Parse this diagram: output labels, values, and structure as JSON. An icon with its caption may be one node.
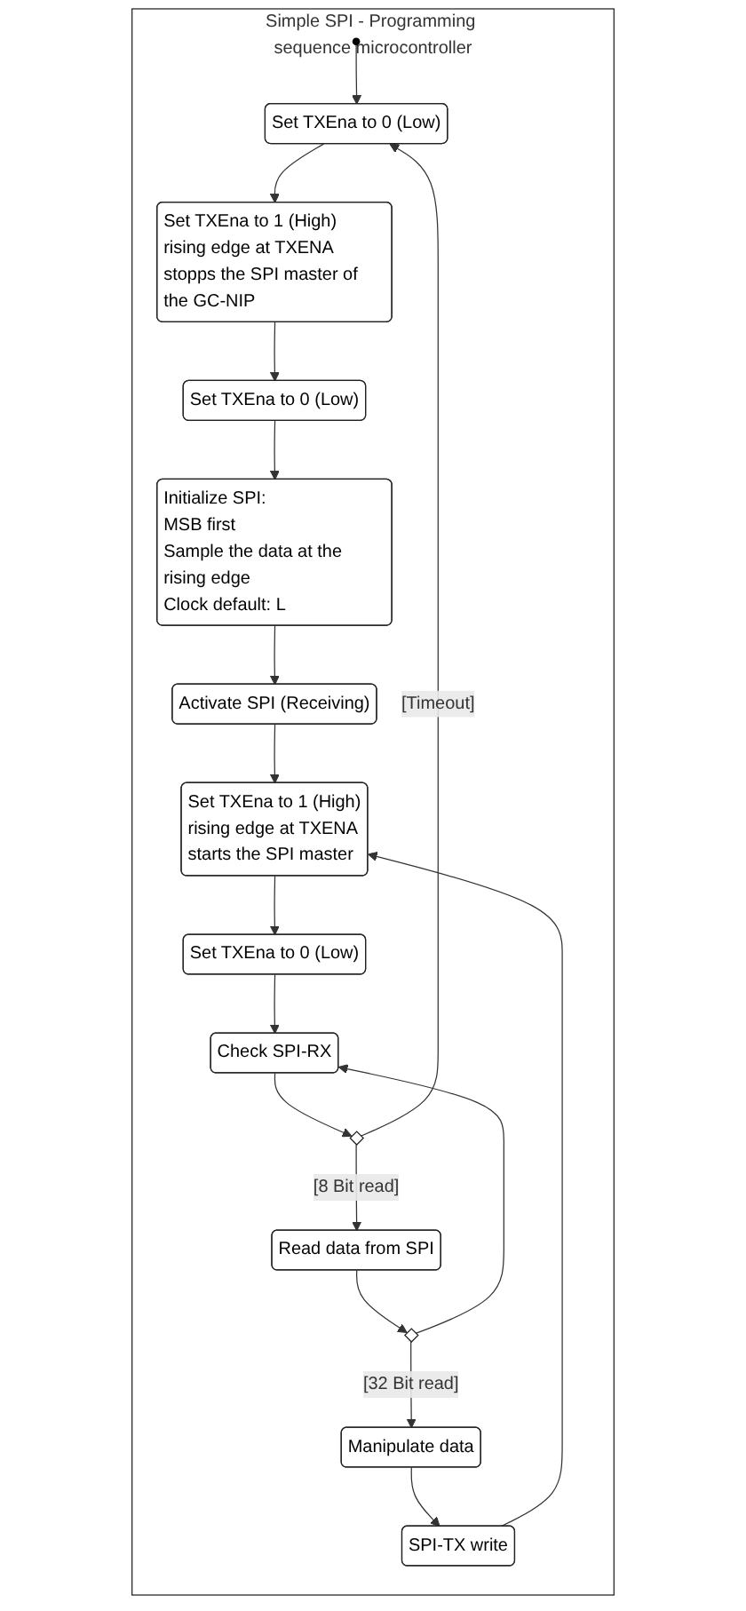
{
  "diagram": {
    "nodes": [
      {
        "text": [
          "Simple SPI - Programming sequence microcontroller"
        ]
      },
      {
        "text": [],
        "shape": "circle",
        "in": 0
      },
      {
        "text": [
          "Set TXEna to 0 (Low)"
        ],
        "in": 0
      },
      {
        "text": [
          "Set TXEna to 1 (High)",
          "rising edge at TXENA",
          "stopps the SPI master of the GC-NIP"
        ],
        "in": 0
      },
      {
        "text": [
          "Set TXEna to 0 (Low)"
        ],
        "in": 0
      },
      {
        "text": [
          "Initialize SPI:",
          "MSB first",
          "Sample the data at the rising edge",
          "Clock default: L"
        ],
        "in": 0
      },
      {
        "text": [
          "Activate SPI (Receiving)"
        ],
        "in": 0
      },
      {
        "text": [
          "Set TXEna to 1 (High)",
          "rising edge at TXENA",
          "starts the SPI master"
        ],
        "in": 0
      },
      {
        "text": [
          "Set TXEna to 0 (Low)"
        ],
        "in": 0
      },
      {
        "text": [
          "Check SPI-RX"
        ],
        "in": 0
      },
      {
        "text": [],
        "shape": "diamond",
        "in": 0
      },
      {
        "text": [
          "Read data from SPI"
        ],
        "in": 0
      },
      {
        "text": [],
        "shape": "diamond",
        "in": 0
      },
      {
        "text": [
          "Manipulate data"
        ],
        "in": 0
      },
      {
        "text": [
          "SPI-TX write"
        ],
        "in": 0
      }
    ],
    "edges": [
      {
        "from": 1,
        "to": 2,
        "arrow": "to"
      },
      {
        "from": 2,
        "to": 3,
        "arrow": "to"
      },
      {
        "from": 3,
        "to": 4,
        "arrow": "to"
      },
      {
        "from": 4,
        "to": 5,
        "arrow": "to"
      },
      {
        "from": 5,
        "to": 6,
        "arrow": "to"
      },
      {
        "from": 6,
        "to": 7,
        "arrow": "to"
      },
      {
        "from": 7,
        "to": 8,
        "arrow": "to"
      },
      {
        "from": 8,
        "to": 9,
        "arrow": "to"
      },
      {
        "from": 9,
        "to": 10,
        "arrow": "to"
      },
      {
        "from": 10,
        "to": 11,
        "label": "[8 Bit read]",
        "arrow": "to"
      },
      {
        "from": 10,
        "to": 2,
        "label": "[Timeout]",
        "arrow": "to"
      },
      {
        "from": 11,
        "to": 12,
        "arrow": "to"
      },
      {
        "from": 12,
        "to": 9,
        "arrow": "to"
      },
      {
        "from": 12,
        "to": 13,
        "label": "[32 Bit read]",
        "arrow": "to"
      },
      {
        "from": 13,
        "to": 14,
        "arrow": "to"
      },
      {
        "from": 14,
        "to": 7,
        "arrow": "to"
      }
    ]
  }
}
